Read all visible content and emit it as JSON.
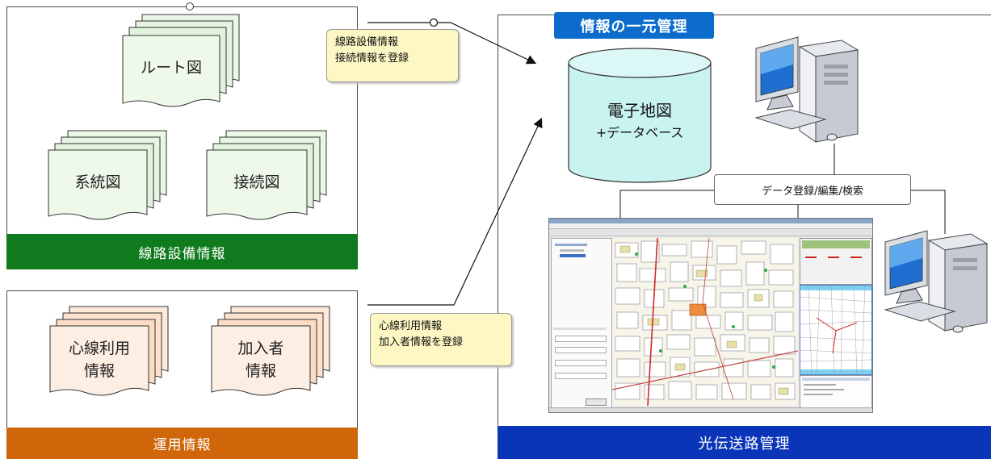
{
  "line_facility": {
    "bar_label": "線路設備情報",
    "bar_color": "#0f7a1e",
    "docs": [
      {
        "label": "ルート図"
      },
      {
        "label": "系統図"
      },
      {
        "label": "接続図"
      }
    ]
  },
  "operation": {
    "bar_label": "運用情報",
    "bar_color": "#d0660a",
    "docs": [
      {
        "line1": "心線利用",
        "line2": "情報"
      },
      {
        "line1": "加入者",
        "line2": "情報"
      }
    ]
  },
  "callouts": {
    "upper": {
      "line1": "線路設備情報",
      "line2": "接続情報を登録"
    },
    "lower": {
      "line1": "心線利用情報",
      "line2": "加入者情報を登録"
    }
  },
  "system": {
    "title_tag": "情報の一元管理",
    "title_color": "#0b6ccc",
    "bar_label": "光伝送路管理",
    "bar_color": "#0a35b8",
    "database": {
      "line1": "電子地図",
      "line2": "+データベース"
    },
    "action_label": "データ登録/編集/検索"
  }
}
